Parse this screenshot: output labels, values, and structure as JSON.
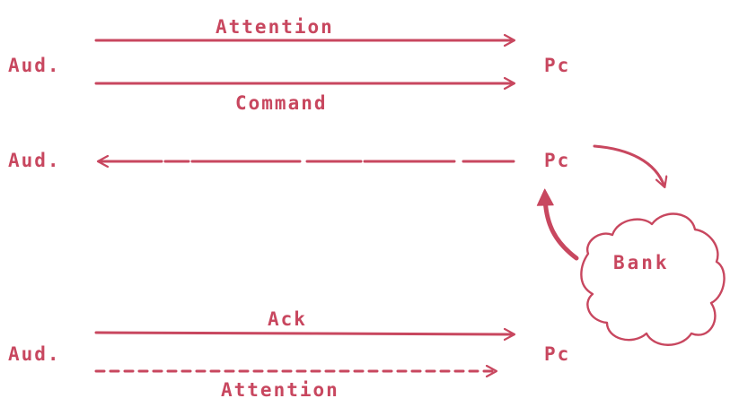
{
  "colors": {
    "ink": "#c8475f"
  },
  "rows": [
    {
      "left_label": "Aud.",
      "right_label": "Pc",
      "arrow_above_label": "Attention",
      "arrow_below_label": "Command"
    },
    {
      "left_label": "Aud.",
      "right_label": "Pc"
    },
    {
      "left_label": "Aud.",
      "right_label": "Pc",
      "arrow_above_label": "Ack",
      "arrow_below_label": "Attention"
    }
  ],
  "bank": {
    "label": "Bank"
  }
}
